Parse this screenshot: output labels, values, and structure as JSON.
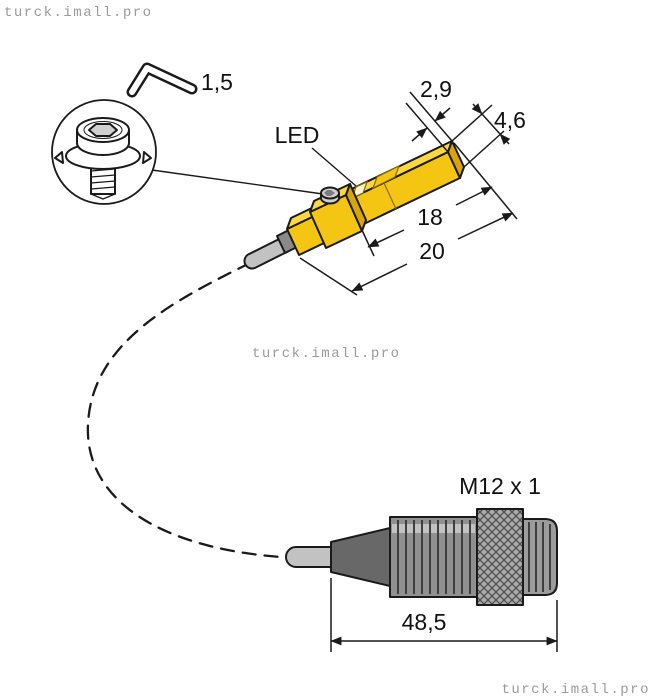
{
  "watermarks": {
    "top_left": "turck.imall.pro",
    "center": "turck.imall.pro",
    "bottom_right": "turck.imall.pro"
  },
  "callouts": {
    "hex_key_size": "1,5",
    "led": "LED",
    "thread": "M12 x 1"
  },
  "dimensions": {
    "width": "2,9",
    "height": "4,6",
    "length_inner": "18",
    "length_overall": "20",
    "connector_length": "48,5"
  },
  "colors": {
    "body_yellow": "#f5c513",
    "body_yellow_light": "#fbd741",
    "body_yellow_dark": "#d9a508",
    "cable_gray": "#c2c2c2",
    "gland_gray": "#8a8a8a",
    "boot_gray": "#686868",
    "connector_body_gray": "#909090",
    "knurl_gray": "#aaaaaa",
    "thread_gray": "#9c9c9c",
    "screw_metal": "#d0d0d0",
    "watermark_gray": "#9a9a9a",
    "line": "#1a1a1a"
  }
}
